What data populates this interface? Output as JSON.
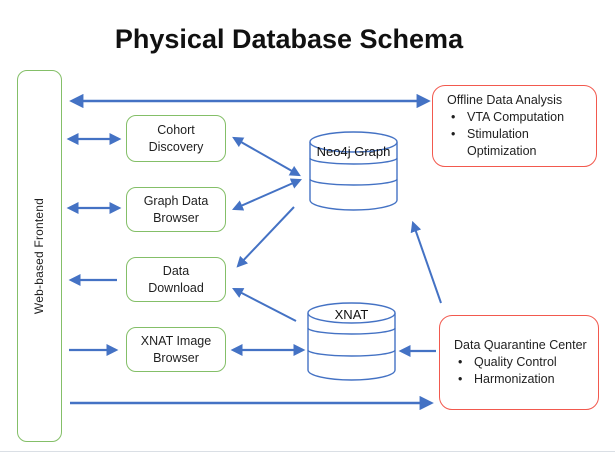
{
  "title": "Physical Database Schema",
  "colors": {
    "green_border": "#84bf68",
    "red_border": "#f2594e",
    "arrow_blue": "#4472c4",
    "cylinder_outline": "#4472c4",
    "text": "#1f1f1f"
  },
  "frontend": {
    "label": "Web-based Frontend"
  },
  "services": {
    "cohort": {
      "label": "Cohort\nDiscovery"
    },
    "graph": {
      "label": "Graph Data\nBrowser"
    },
    "download": {
      "label": "Data\nDownload"
    },
    "xnat_browser": {
      "label": "XNAT Image\nBrowser"
    }
  },
  "databases": {
    "neo4j": {
      "label": "Neo4j Graph"
    },
    "xnat": {
      "label": "XNAT"
    }
  },
  "analysis": {
    "offline": {
      "title": "Offline Data Analysis",
      "bullets": [
        "VTA Computation",
        "Stimulation Optimization"
      ]
    },
    "quarantine": {
      "title": "Data Quarantine Center",
      "bullets": [
        "Quality Control",
        "Harmonization"
      ]
    }
  }
}
